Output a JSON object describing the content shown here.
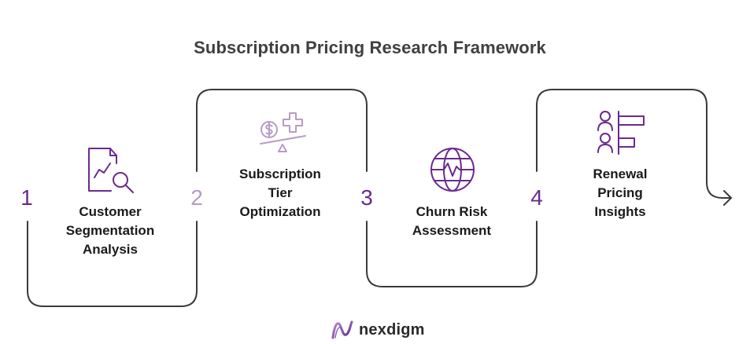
{
  "title": "Subscription Pricing Research Framework",
  "steps": [
    {
      "number": "1",
      "label": "Customer\nSegmentation\nAnalysis",
      "icon": "document-search-icon"
    },
    {
      "number": "2",
      "label": "Subscription\nTier\nOptimization",
      "icon": "price-balance-icon"
    },
    {
      "number": "3",
      "label": "Churn Risk\nAssessment",
      "icon": "globe-pulse-icon"
    },
    {
      "number": "4",
      "label": "Renewal\nPricing\nInsights",
      "icon": "people-ranking-icon"
    }
  ],
  "brand": {
    "name": "nexdigm",
    "icon": "nexdigm-logo-icon"
  },
  "colors": {
    "step1": "#6b2a8e",
    "step2": "#b89bc6",
    "step3": "#6b2a8e",
    "step4": "#6b2a8e",
    "line": "#3a3a3a",
    "title": "#404040"
  }
}
